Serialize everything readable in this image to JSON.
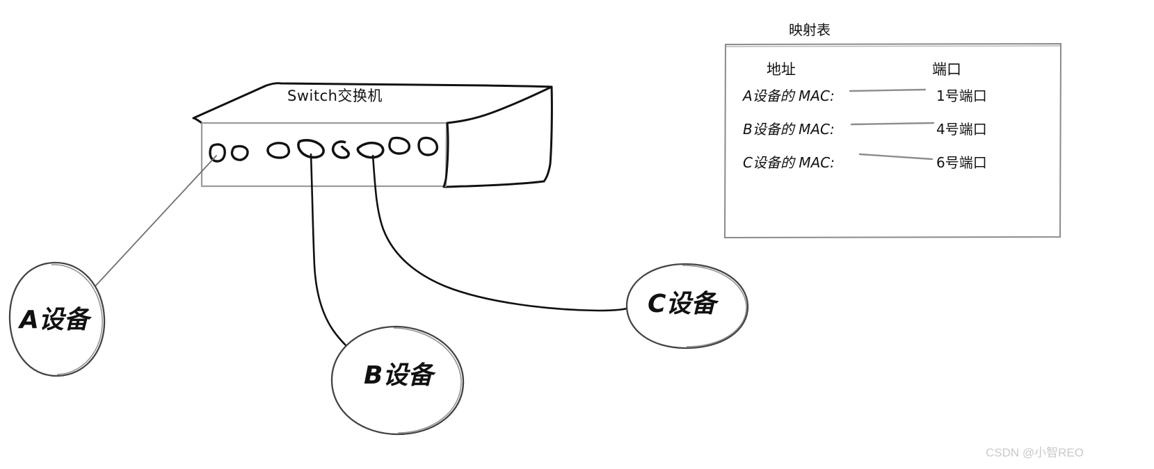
{
  "diagram": {
    "title_hidden": "",
    "switch": {
      "label": "Switch交换机",
      "port_count": 8,
      "connected_ports": [
        1,
        4,
        6
      ]
    },
    "devices": [
      {
        "id": "a",
        "label": "A设备",
        "port": 1,
        "cable_style": "thin-gray"
      },
      {
        "id": "b",
        "label": "B设备",
        "port": 4,
        "cable_style": "black"
      },
      {
        "id": "c",
        "label": "C设备",
        "port": 6,
        "cable_style": "black"
      }
    ],
    "mapping_table": {
      "title": "映射表",
      "columns": [
        "地址",
        "端口"
      ],
      "rows": [
        {
          "address": "A设备的 MAC:",
          "port": "1号端口"
        },
        {
          "address": "B设备的 MAC:",
          "port": "4号端口"
        },
        {
          "address": "C设备的 MAC:",
          "port": "6号端口"
        }
      ]
    },
    "watermark": "CSDN @小智REO",
    "colors": {
      "ink": "#111111",
      "faint_ink": "#8c8c8c",
      "background": "#ffffff",
      "watermark": "#c9c9c9"
    }
  }
}
